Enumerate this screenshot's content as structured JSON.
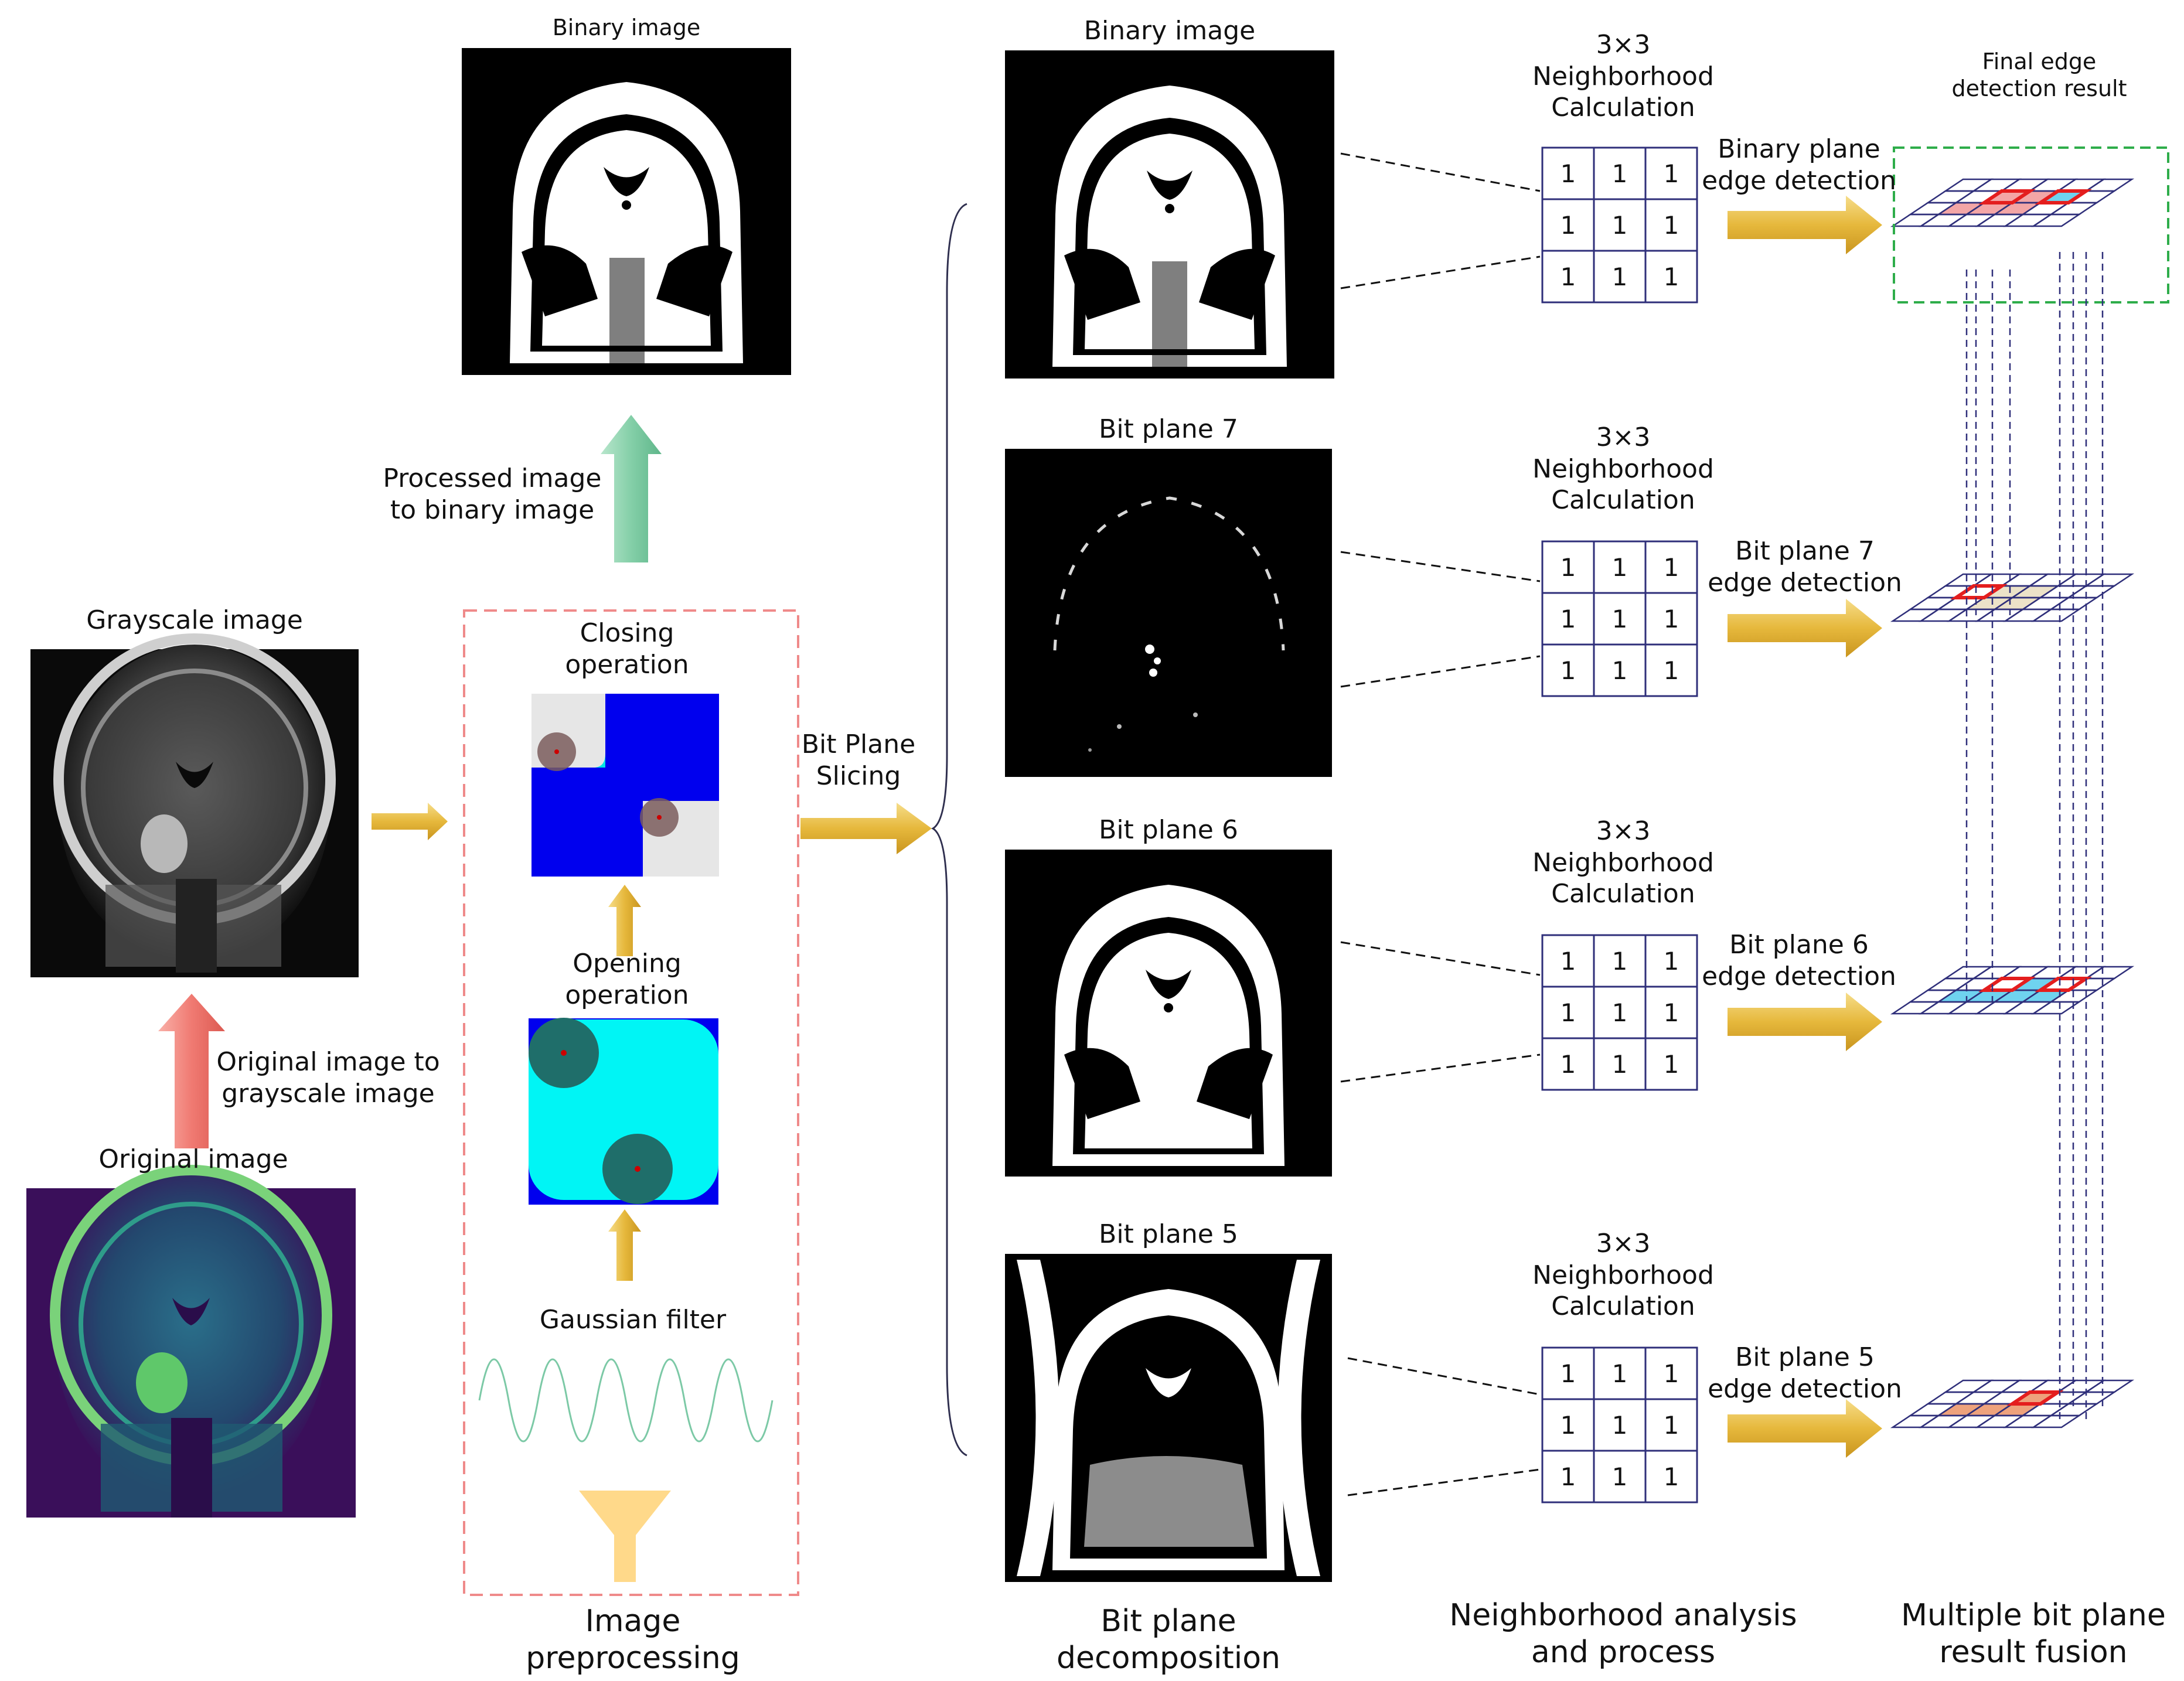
{
  "colors": {
    "gold": "#e8b93a",
    "red_arrow": "#f07a72",
    "green_arrow": "#84cfa8",
    "dashed_box": "#ef8a8a",
    "final_box": "#2ead4a",
    "grid_line": "#2f2f7a",
    "highlight_red": "#e41e1e",
    "fill_red": "#f3a6a6",
    "fill_cyan": "#6fd3ef",
    "fill_beige": "#ece2c8",
    "fill_orange": "#eea27c",
    "blue": "#0000ee",
    "cyan": "#00f5f5"
  },
  "icons": {
    "funnel": "funnel-icon",
    "arrow": "block-arrow"
  },
  "left": {
    "grayscale_title": "Grayscale image",
    "original_title": "Original image",
    "arrow_label": [
      "Original image to",
      "grayscale image"
    ]
  },
  "preprocessing": {
    "binary_title": "Binary image",
    "arrow_label": [
      "Processed image",
      "to binary image"
    ],
    "closing_label": [
      "Closing",
      "operation"
    ],
    "opening_label": [
      "Opening",
      "operation"
    ],
    "gaussian_label": "Gaussian filter",
    "caption": [
      "Image",
      "preprocessing"
    ]
  },
  "slicing": {
    "label": [
      "Bit Plane",
      "Slicing"
    ]
  },
  "decomposition": {
    "titles": [
      "Binary image",
      "Bit plane 7",
      "Bit plane 6",
      "Bit plane 5"
    ],
    "caption": [
      "Bit plane",
      "decomposition"
    ]
  },
  "neighborhood": {
    "titles": [
      "3×3",
      "Neighborhood",
      "Calculation"
    ],
    "kernel_values": [
      [
        1,
        1,
        1
      ],
      [
        1,
        1,
        1
      ],
      [
        1,
        1,
        1
      ]
    ],
    "edge_labels": [
      [
        "Binary plane",
        "edge detection"
      ],
      [
        "Bit plane 7",
        "edge detection"
      ],
      [
        "Bit plane 6",
        "edge detection"
      ],
      [
        "Bit plane 5",
        "edge detection"
      ]
    ],
    "caption": [
      "Neighborhood analysis",
      "and process"
    ]
  },
  "fusion": {
    "final_title": [
      "Final edge",
      "detection result"
    ],
    "caption": [
      "Multiple bit plane",
      "result fusion"
    ]
  }
}
